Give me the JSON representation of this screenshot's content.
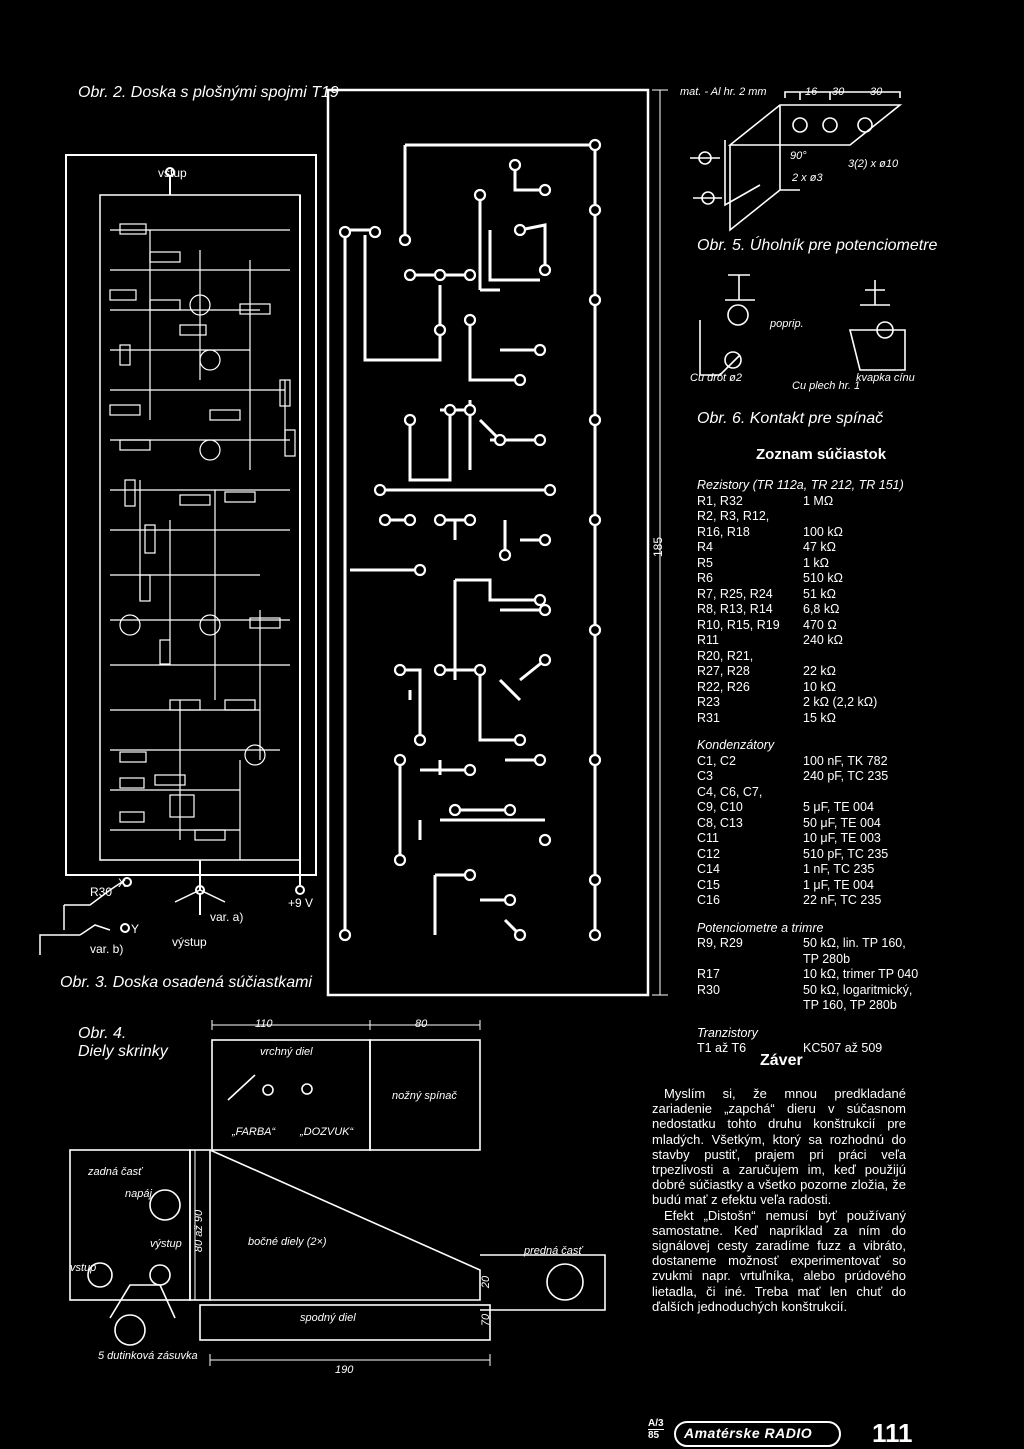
{
  "captions": {
    "obr2": "Obr. 2. Doska s plošnými spojmi T19",
    "obr3": "Obr. 3. Doska osadená súčiastkami",
    "obr4_line1": "Obr. 4.",
    "obr4_line2": "Diely skrinky",
    "obr5": "Obr. 5. Úholník pre potenciometre",
    "obr6": "Obr. 6. Kontakt pre spínač"
  },
  "figure_labels": {
    "vstup": "vstup",
    "vystup": "výstup",
    "var_a": "var. a)",
    "var_b": "var. b)",
    "plus9v": "+9 V",
    "r30": "R30",
    "x": "X",
    "y": "Y",
    "dim_185": "185",
    "dim_110": "110",
    "dim_80": "80",
    "dim_190": "190",
    "mat": "mat. - Al  hr. 2 mm",
    "dim16": "16",
    "dim30a": "30",
    "dim30b": "30",
    "hole1": "3(2) x ø10",
    "hole2": "2 x ø3",
    "angle90": "90°",
    "cu_drot": "Cu drôt ø2",
    "cu_plech": "Cu plech hr. 1",
    "kvapka": "kvapka cínu",
    "poprip": "poprip.",
    "vrchny": "vrchný diel",
    "farba": "„FARBA“",
    "dozvuk": "„DOZVUK“",
    "nozny": "nožný spínač",
    "zadna": "zadná časť",
    "napaj": "napáj.",
    "bocne": "bočné diely (2×)",
    "predna": "predná časť",
    "spodny": "spodný diel",
    "zasuvka": "5 dutinková zásuvka",
    "dim_80a90": "80 až 90",
    "dim_20": "20",
    "dim_70": "70"
  },
  "parts_list": {
    "title": "Zoznam súčiastok",
    "rez_header": "Rezistory (TR 112a, TR 212, TR 151)",
    "rezistory": [
      {
        "k": "R1, R32",
        "v": "1 MΩ"
      },
      {
        "k": "R2, R3, R12,",
        "v": ""
      },
      {
        "k": "R16, R18",
        "v": "100 kΩ"
      },
      {
        "k": "R4",
        "v": "47 kΩ"
      },
      {
        "k": "R5",
        "v": "1 kΩ"
      },
      {
        "k": "R6",
        "v": "510 kΩ"
      },
      {
        "k": "R7, R25, R24",
        "v": "51 kΩ"
      },
      {
        "k": "R8, R13, R14",
        "v": "6,8 kΩ"
      },
      {
        "k": "R10, R15, R19",
        "v": "470 Ω"
      },
      {
        "k": "R11",
        "v": "240 kΩ"
      },
      {
        "k": "R20, R21,",
        "v": ""
      },
      {
        "k": "R27, R28",
        "v": "22 kΩ"
      },
      {
        "k": "R22, R26",
        "v": "10 kΩ"
      },
      {
        "k": "R23",
        "v": "2 kΩ (2,2 kΩ)"
      },
      {
        "k": "R31",
        "v": "15 kΩ"
      }
    ],
    "kond_header": "Kondenzátory",
    "kondenzatory": [
      {
        "k": "C1, C2",
        "v": "100 nF, TK 782"
      },
      {
        "k": "C3",
        "v": "240 pF, TC 235"
      },
      {
        "k": "C4, C6, C7,",
        "v": ""
      },
      {
        "k": "C9, C10",
        "v": "5 μF, TE 004"
      },
      {
        "k": "C8, C13",
        "v": "50 μF, TE 004"
      },
      {
        "k": "C11",
        "v": "10 μF, TE 003"
      },
      {
        "k": "C12",
        "v": "510 pF, TC 235"
      },
      {
        "k": "C14",
        "v": "1 nF, TC 235"
      },
      {
        "k": "C15",
        "v": "1 μF, TE 004"
      },
      {
        "k": "C16",
        "v": "22 nF, TC 235"
      }
    ],
    "pot_header": "Potenciometre a trimre",
    "potenciometre": [
      {
        "k": "R9, R29",
        "v": "50 kΩ, lin. TP 160,"
      },
      {
        "k": "",
        "v": "TP 280b"
      },
      {
        "k": "R17",
        "v": "10 kΩ, trimer TP 040"
      },
      {
        "k": "R30",
        "v": "50 kΩ, logaritmický,"
      },
      {
        "k": "",
        "v": "TP 160, TP 280b"
      }
    ],
    "tranz_header": "Tranzistory",
    "tranzistory": [
      {
        "k": "T1 až T6",
        "v": "KC507 až 509"
      }
    ]
  },
  "zaver": {
    "title": "Záver",
    "p1": "Myslím si, že mnou predkladané zariadenie „zapchá“ dieru v súčasnom nedostatku tohto druhu konštrukcií pre mladých. Všetkým, ktorý sa rozhodnú do stavby pustiť, prajem pri práci veľa trpezlivosti a zaručujem im, keď použijú dobré súčiastky a všetko pozorne zložia, že budú mať z efektu veľa radosti.",
    "p2": "Efekt „Distošn“ nemusí byť používaný samostatne. Keď napríklad za ním do signálovej cesty zaradíme fuzz a vibráto, dostaneme možnosť experimentovať so zvukmi napr. vrtuľníka, alebo prúdového lietadla, či iné. Treba mať len chuť do ďalších jednoduchých konštrukcií."
  },
  "footer": {
    "issue_top": "A/3",
    "issue_bottom": "85",
    "logo": "Amatérske RADIO",
    "page_number": "111"
  }
}
